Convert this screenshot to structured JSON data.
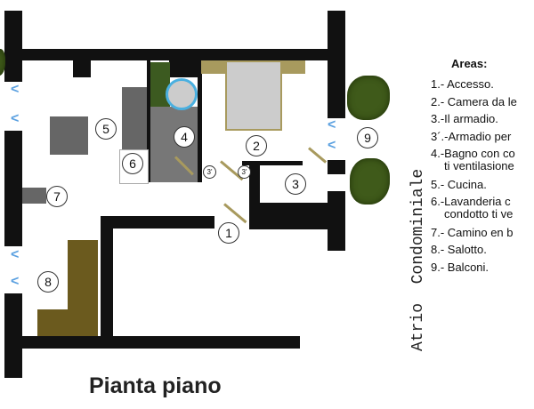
{
  "title": "Pianta piano",
  "side_label": "Atrio  Condominiale",
  "legend": {
    "heading": "Areas:",
    "items": [
      "1.- Accesso.",
      "2.- Camera da le",
      "3.-Il armadio.",
      "3´.-Armadio per",
      "4.-Bagno con co",
      "ti ventilasione",
      "5.- Cucina.",
      "6.-Lavanderia c",
      "condotto ti ve",
      "7.- Camino en b",
      "8.- Salotto.",
      "9.- Balconi."
    ]
  },
  "room_labels": {
    "r1": "1",
    "r2": "2",
    "r3": "3",
    "r3a": "3'",
    "r3b": "3'",
    "r4": "4",
    "r5": "5",
    "r6": "6",
    "r7": "7",
    "r8": "8",
    "r9": "9"
  },
  "colors": {
    "wall": "#111111",
    "sofa": "#6b5a1e",
    "tree": "#3f5a1a",
    "window": "#5aa0e0"
  }
}
